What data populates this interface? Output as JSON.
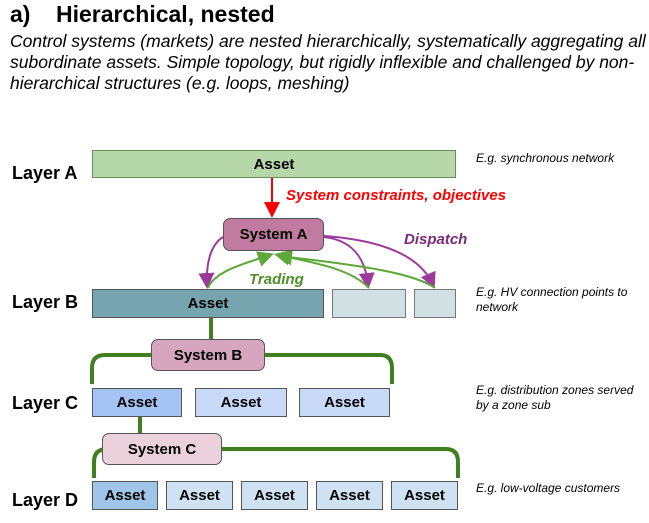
{
  "heading": {
    "label": "a)",
    "title": "Hierarchical, nested",
    "text": "a)    Hierarchical, nested"
  },
  "subtitle": "Control systems (markets) are nested hierarchically, systematically aggregating all subordinate assets. Simple topology, but rigidly inflexible and challenged by non-hierarchical structures (e.g. loops, meshing)",
  "layers": [
    "Layer A",
    "Layer B",
    "Layer C",
    "Layer D"
  ],
  "asset_label": "Asset",
  "systems": [
    "System A",
    "System B",
    "System C"
  ],
  "flows": {
    "constraints": "System constraints, objectives",
    "dispatch": "Dispatch",
    "trading": "Trading"
  },
  "descriptions": [
    "E.g. synchronous network",
    "E.g. HV connection points to network",
    "E.g. distribution zones served by a zone sub",
    "E.g. low-voltage customers"
  ],
  "colors": {
    "red": "#ff0000",
    "purple": "#8e2c8e",
    "green": "#4f8f2a",
    "line_green": "#3f7f1f"
  }
}
